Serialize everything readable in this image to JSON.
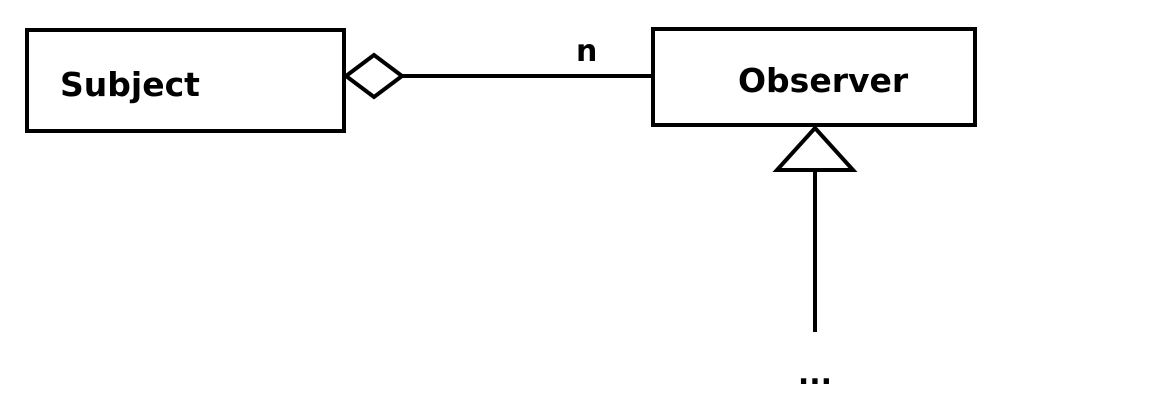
{
  "classes": {
    "subject": {
      "name": "Subject"
    },
    "observer": {
      "name": "Observer"
    }
  },
  "association": {
    "multiplicity": "n",
    "type": "aggregation"
  },
  "inheritance": {
    "type": "generalization",
    "continuation": "..."
  }
}
